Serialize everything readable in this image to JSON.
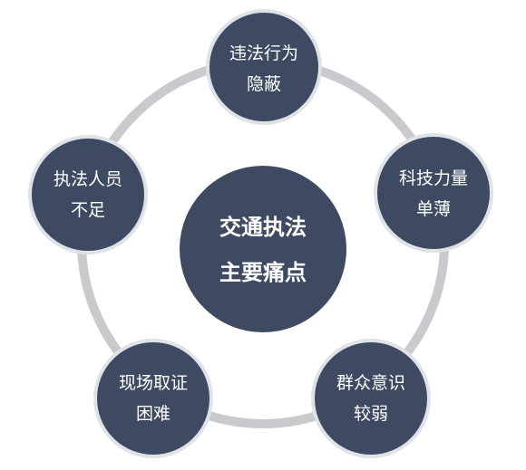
{
  "colors": {
    "node_fill": "#3e4a61",
    "node_stroke": "#dfe2e7",
    "ring": "#c8cacd",
    "text": "#ffffff",
    "background": "#ffffff"
  },
  "center": {
    "line1": "交通执法",
    "line2": "主要痛点"
  },
  "nodes": [
    {
      "id": "top",
      "line1": "违法行为",
      "line2": "隐蔽"
    },
    {
      "id": "right",
      "line1": "科技力量",
      "line2": "单薄"
    },
    {
      "id": "bottom-right",
      "line1": "群众意识",
      "line2": "较弱"
    },
    {
      "id": "bottom-left",
      "line1": "现场取证",
      "line2": "困难"
    },
    {
      "id": "left",
      "line1": "执法人员",
      "line2": "不足"
    }
  ]
}
